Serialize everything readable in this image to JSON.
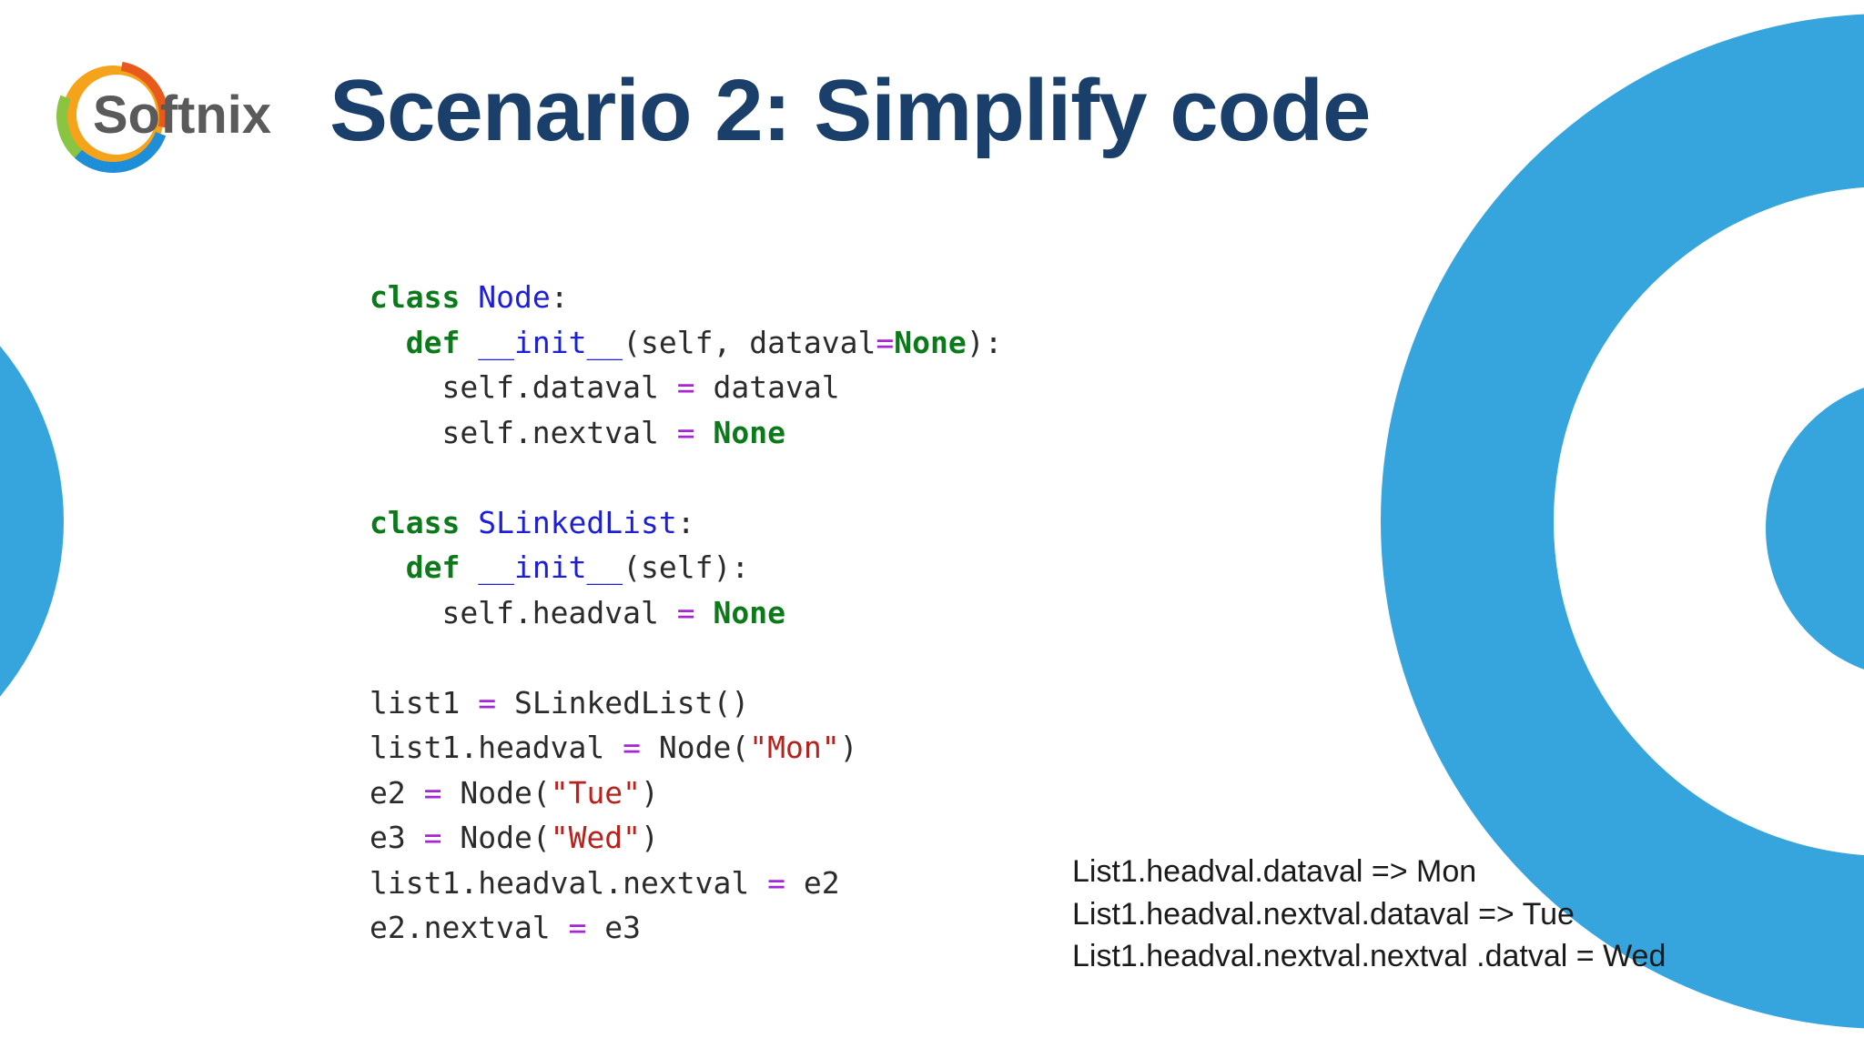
{
  "slide": {
    "title": "Scenario 2: Simplify code",
    "logo_text": "Softnix",
    "colors": {
      "title": "#1a3f6b",
      "accent_blue": "#36a5de",
      "keyword": "#0c7a1a",
      "class_name": "#1d1fd6",
      "operator": "#a626d6",
      "string": "#b8211c"
    }
  },
  "code": {
    "lines": [
      [
        {
          "t": "class",
          "k": "kw"
        },
        {
          "t": " "
        },
        {
          "t": "Node",
          "k": "fn"
        },
        {
          "t": ":"
        }
      ],
      [
        {
          "t": "  "
        },
        {
          "t": "def",
          "k": "kw"
        },
        {
          "t": " "
        },
        {
          "t": "__init__",
          "k": "fn"
        },
        {
          "t": "(self, dataval"
        },
        {
          "t": "=",
          "k": "op"
        },
        {
          "t": "None",
          "k": "kw"
        },
        {
          "t": "):"
        }
      ],
      [
        {
          "t": "    self.dataval "
        },
        {
          "t": "=",
          "k": "op"
        },
        {
          "t": " dataval"
        }
      ],
      [
        {
          "t": "    self.nextval "
        },
        {
          "t": "=",
          "k": "op"
        },
        {
          "t": " "
        },
        {
          "t": "None",
          "k": "kw"
        }
      ],
      [],
      [
        {
          "t": "class",
          "k": "kw"
        },
        {
          "t": " "
        },
        {
          "t": "SLinkedList",
          "k": "fn"
        },
        {
          "t": ":"
        }
      ],
      [
        {
          "t": "  "
        },
        {
          "t": "def",
          "k": "kw"
        },
        {
          "t": " "
        },
        {
          "t": "__init__",
          "k": "fn"
        },
        {
          "t": "(self):"
        }
      ],
      [
        {
          "t": "    self.headval "
        },
        {
          "t": "=",
          "k": "op"
        },
        {
          "t": " "
        },
        {
          "t": "None",
          "k": "kw"
        }
      ],
      [],
      [
        {
          "t": "list1 "
        },
        {
          "t": "=",
          "k": "op"
        },
        {
          "t": " SLinkedList()"
        }
      ],
      [
        {
          "t": "list1.headval "
        },
        {
          "t": "=",
          "k": "op"
        },
        {
          "t": " Node("
        },
        {
          "t": "\"Mon\"",
          "k": "str"
        },
        {
          "t": ")"
        }
      ],
      [
        {
          "t": "e2 "
        },
        {
          "t": "=",
          "k": "op"
        },
        {
          "t": " Node("
        },
        {
          "t": "\"Tue\"",
          "k": "str"
        },
        {
          "t": ")"
        }
      ],
      [
        {
          "t": "e3 "
        },
        {
          "t": "=",
          "k": "op"
        },
        {
          "t": " Node("
        },
        {
          "t": "\"Wed\"",
          "k": "str"
        },
        {
          "t": ")"
        }
      ],
      [
        {
          "t": "list1.headval.nextval "
        },
        {
          "t": "=",
          "k": "op"
        },
        {
          "t": " e2"
        }
      ],
      [
        {
          "t": "e2.nextval "
        },
        {
          "t": "=",
          "k": "op"
        },
        {
          "t": " e3"
        }
      ]
    ]
  },
  "notes": [
    "List1.headval.dataval => Mon",
    "List1.headval.nextval.dataval => Tue",
    "List1.headval.nextval.nextval .datval = Wed"
  ]
}
